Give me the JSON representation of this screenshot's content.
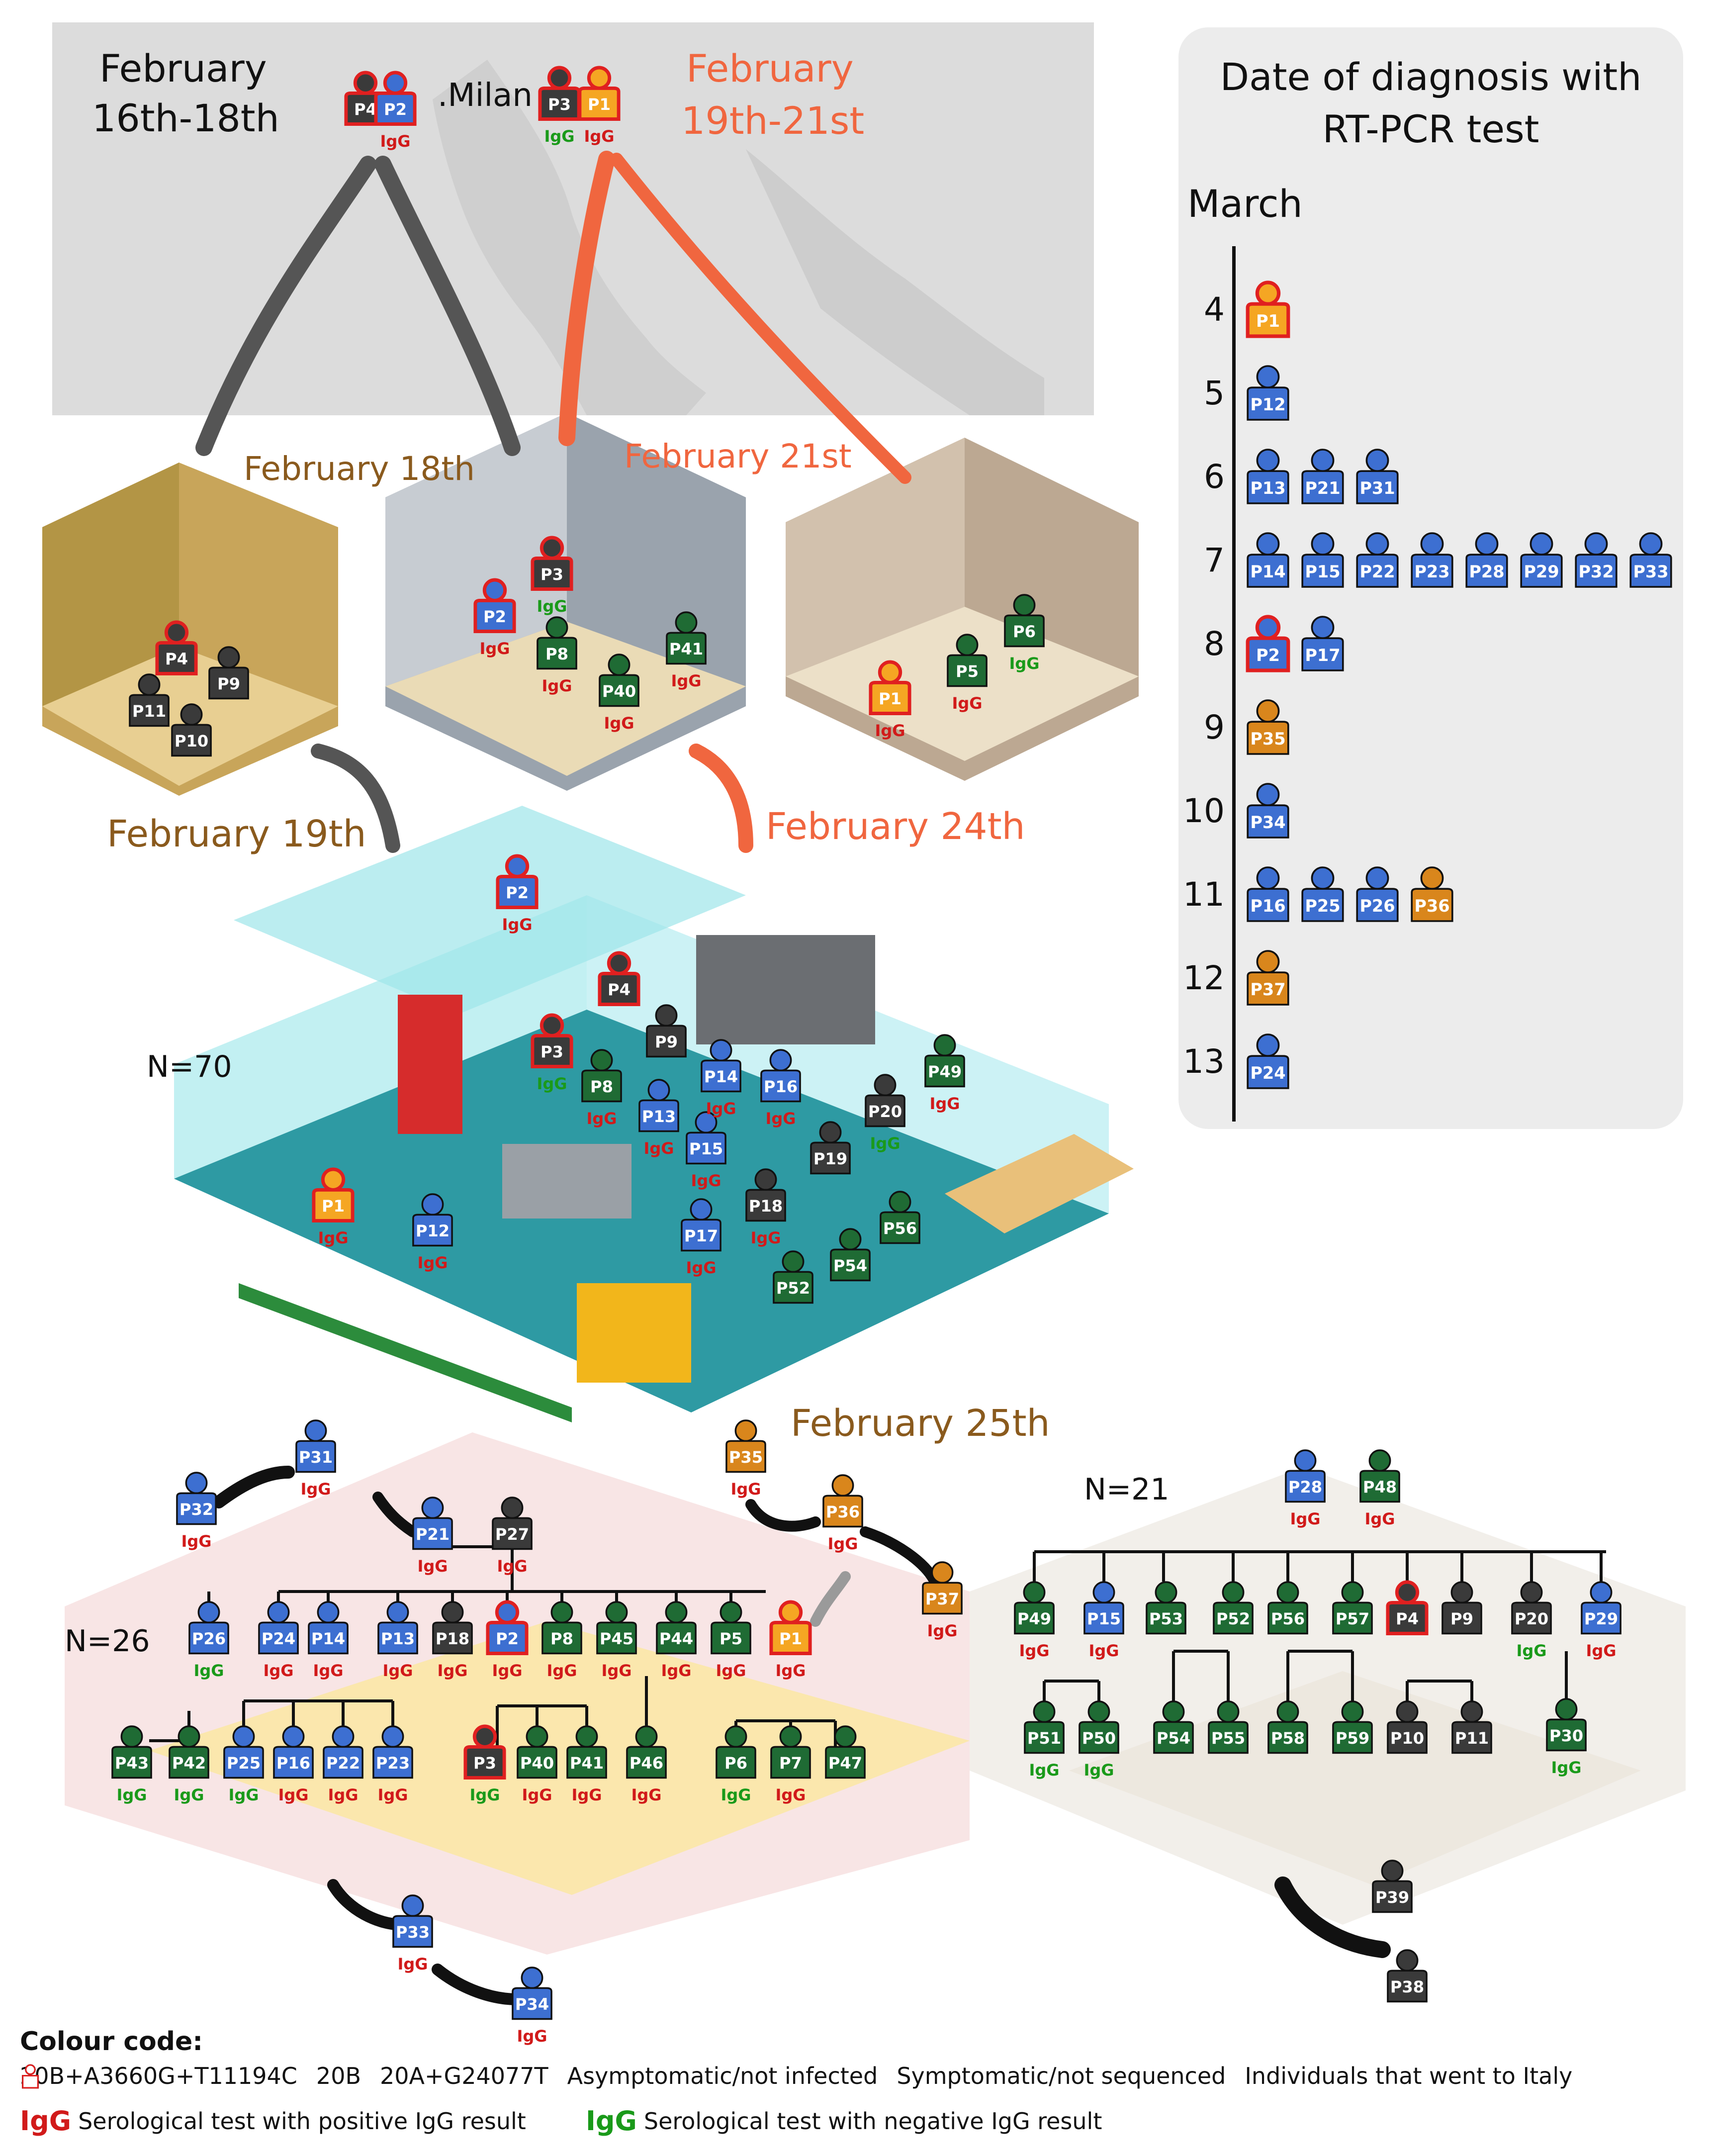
{
  "texts": {
    "feb_16_18_line1": "February",
    "feb_16_18_line2": "16th-18th",
    "feb_19_21_line1": "February",
    "feb_19_21_line2": "19th-21st",
    "milan": ".Milan",
    "feb_18th": "February 18th",
    "feb_21st": "February 21st",
    "feb_19th": "February 19th",
    "feb_24th": "February 24th",
    "feb_25th": "February 25th",
    "n70": "N=70",
    "n26": "N=26",
    "n21": "N=21"
  },
  "timeline": {
    "title_line1": "Date of diagnosis with",
    "title_line2": "RT-PCR test",
    "month": "March",
    "rows": [
      {
        "day": "4",
        "people": [
          {
            "id": "P1",
            "c": "yellow",
            "italy": true
          }
        ]
      },
      {
        "day": "5",
        "people": [
          {
            "id": "P12",
            "c": "blue"
          }
        ]
      },
      {
        "day": "6",
        "people": [
          {
            "id": "P13",
            "c": "blue"
          },
          {
            "id": "P21",
            "c": "blue"
          },
          {
            "id": "P31",
            "c": "blue"
          }
        ]
      },
      {
        "day": "7",
        "people": [
          {
            "id": "P14",
            "c": "blue"
          },
          {
            "id": "P15",
            "c": "blue"
          },
          {
            "id": "P22",
            "c": "blue"
          },
          {
            "id": "P23",
            "c": "blue"
          },
          {
            "id": "P28",
            "c": "blue"
          },
          {
            "id": "P29",
            "c": "blue"
          },
          {
            "id": "P32",
            "c": "blue"
          },
          {
            "id": "P33",
            "c": "blue"
          }
        ]
      },
      {
        "day": "8",
        "people": [
          {
            "id": "P2",
            "c": "blue",
            "italy": true
          },
          {
            "id": "P17",
            "c": "blue"
          }
        ]
      },
      {
        "day": "9",
        "people": [
          {
            "id": "P35",
            "c": "orange"
          }
        ]
      },
      {
        "day": "10",
        "people": [
          {
            "id": "P34",
            "c": "blue"
          }
        ]
      },
      {
        "day": "11",
        "people": [
          {
            "id": "P16",
            "c": "blue"
          },
          {
            "id": "P25",
            "c": "blue"
          },
          {
            "id": "P26",
            "c": "blue"
          },
          {
            "id": "P36",
            "c": "orange"
          }
        ]
      },
      {
        "day": "12",
        "people": [
          {
            "id": "P37",
            "c": "orange"
          }
        ]
      },
      {
        "day": "13",
        "people": [
          {
            "id": "P24",
            "c": "blue"
          }
        ]
      }
    ]
  },
  "people": {
    "italy": [
      {
        "id": "P4",
        "c": "black",
        "italy": true
      },
      {
        "id": "P2",
        "c": "blue",
        "italy": true,
        "igg": "pos"
      },
      {
        "id": "P3",
        "c": "black",
        "italy": true,
        "igg": "neg"
      },
      {
        "id": "P1",
        "c": "yellow",
        "italy": true,
        "igg": "pos"
      }
    ],
    "house1": [
      {
        "id": "P4",
        "c": "black",
        "italy": true
      },
      {
        "id": "P9",
        "c": "black"
      },
      {
        "id": "P11",
        "c": "black"
      },
      {
        "id": "P10",
        "c": "black"
      }
    ],
    "house2": [
      {
        "id": "P3",
        "c": "black",
        "italy": true,
        "igg": "neg"
      },
      {
        "id": "P2",
        "c": "blue",
        "italy": true,
        "igg": "pos"
      },
      {
        "id": "P8",
        "c": "green",
        "igg": "pos"
      },
      {
        "id": "P41",
        "c": "green",
        "igg": "pos"
      },
      {
        "id": "P40",
        "c": "green",
        "igg": "pos"
      }
    ],
    "house3": [
      {
        "id": "P6",
        "c": "green",
        "igg": "neg"
      },
      {
        "id": "P5",
        "c": "green",
        "igg": "pos"
      },
      {
        "id": "P1",
        "c": "yellow",
        "italy": true,
        "igg": "pos"
      }
    ],
    "factory": [
      {
        "id": "P2",
        "c": "blue",
        "italy": true,
        "igg": "pos"
      },
      {
        "id": "P4",
        "c": "black",
        "italy": true
      },
      {
        "id": "P3",
        "c": "black",
        "italy": true,
        "igg": "neg"
      },
      {
        "id": "P9",
        "c": "black"
      },
      {
        "id": "P8",
        "c": "green",
        "igg": "pos"
      },
      {
        "id": "P14",
        "c": "blue",
        "igg": "pos"
      },
      {
        "id": "P16",
        "c": "blue",
        "igg": "pos"
      },
      {
        "id": "P49",
        "c": "green",
        "igg": "pos"
      },
      {
        "id": "P13",
        "c": "blue",
        "igg": "pos"
      },
      {
        "id": "P20",
        "c": "black",
        "igg": "neg"
      },
      {
        "id": "P15",
        "c": "blue",
        "igg": "pos"
      },
      {
        "id": "P19",
        "c": "black"
      },
      {
        "id": "P1",
        "c": "yellow",
        "italy": true,
        "igg": "pos"
      },
      {
        "id": "P12",
        "c": "blue",
        "igg": "pos"
      },
      {
        "id": "P18",
        "c": "black",
        "igg": "pos"
      },
      {
        "id": "P17",
        "c": "blue",
        "igg": "pos"
      },
      {
        "id": "P56",
        "c": "green"
      },
      {
        "id": "P54",
        "c": "green"
      },
      {
        "id": "P52",
        "c": "green"
      }
    ],
    "tree1": [
      {
        "id": "P31",
        "c": "blue",
        "igg": "pos"
      },
      {
        "id": "P32",
        "c": "blue",
        "igg": "pos"
      },
      {
        "id": "P21",
        "c": "blue",
        "igg": "pos"
      },
      {
        "id": "P27",
        "c": "black",
        "igg": "pos"
      },
      {
        "id": "P26",
        "c": "blue",
        "igg": "neg"
      },
      {
        "id": "P24",
        "c": "blue",
        "igg": "pos"
      },
      {
        "id": "P14",
        "c": "blue",
        "igg": "pos"
      },
      {
        "id": "P13",
        "c": "blue",
        "igg": "pos"
      },
      {
        "id": "P18",
        "c": "black",
        "igg": "pos"
      },
      {
        "id": "P2",
        "c": "blue",
        "italy": true,
        "igg": "pos"
      },
      {
        "id": "P8",
        "c": "green",
        "igg": "pos"
      },
      {
        "id": "P45",
        "c": "green",
        "igg": "pos"
      },
      {
        "id": "P44",
        "c": "green",
        "igg": "pos"
      },
      {
        "id": "P5",
        "c": "green",
        "igg": "pos"
      },
      {
        "id": "P1",
        "c": "yellow",
        "italy": true,
        "igg": "pos"
      },
      {
        "id": "P43",
        "c": "green",
        "igg": "neg"
      },
      {
        "id": "P42",
        "c": "green",
        "igg": "neg"
      },
      {
        "id": "P25",
        "c": "blue",
        "igg": "neg"
      },
      {
        "id": "P16",
        "c": "blue",
        "igg": "pos"
      },
      {
        "id": "P22",
        "c": "blue",
        "igg": "pos"
      },
      {
        "id": "P23",
        "c": "blue",
        "igg": "pos"
      },
      {
        "id": "P3",
        "c": "black",
        "italy": true,
        "igg": "neg"
      },
      {
        "id": "P40",
        "c": "green",
        "igg": "pos"
      },
      {
        "id": "P41",
        "c": "green",
        "igg": "pos"
      },
      {
        "id": "P46",
        "c": "green",
        "igg": "pos"
      },
      {
        "id": "P6",
        "c": "green",
        "igg": "neg"
      },
      {
        "id": "P7",
        "c": "green",
        "igg": "pos"
      },
      {
        "id": "P47",
        "c": "green"
      },
      {
        "id": "P33",
        "c": "blue",
        "igg": "pos"
      },
      {
        "id": "P34",
        "c": "blue",
        "igg": "pos"
      }
    ],
    "chain": [
      {
        "id": "P35",
        "c": "orange",
        "igg": "pos"
      },
      {
        "id": "P36",
        "c": "orange",
        "igg": "pos"
      },
      {
        "id": "P37",
        "c": "orange",
        "igg": "pos"
      }
    ],
    "tree2": [
      {
        "id": "P28",
        "c": "blue",
        "igg": "pos"
      },
      {
        "id": "P48",
        "c": "green",
        "igg": "pos"
      },
      {
        "id": "P49",
        "c": "green",
        "igg": "pos"
      },
      {
        "id": "P15",
        "c": "blue",
        "igg": "pos"
      },
      {
        "id": "P53",
        "c": "green"
      },
      {
        "id": "P52",
        "c": "green"
      },
      {
        "id": "P56",
        "c": "green"
      },
      {
        "id": "P57",
        "c": "green"
      },
      {
        "id": "P4",
        "c": "black",
        "italy": true
      },
      {
        "id": "P9",
        "c": "black"
      },
      {
        "id": "P20",
        "c": "black",
        "igg": "neg"
      },
      {
        "id": "P29",
        "c": "blue",
        "igg": "pos"
      },
      {
        "id": "P51",
        "c": "green",
        "igg": "neg"
      },
      {
        "id": "P50",
        "c": "green",
        "igg": "neg"
      },
      {
        "id": "P54",
        "c": "green"
      },
      {
        "id": "P55",
        "c": "green"
      },
      {
        "id": "P58",
        "c": "green"
      },
      {
        "id": "P59",
        "c": "green"
      },
      {
        "id": "P10",
        "c": "black"
      },
      {
        "id": "P11",
        "c": "black"
      },
      {
        "id": "P30",
        "c": "green",
        "igg": "neg"
      },
      {
        "id": "P39",
        "c": "black"
      },
      {
        "id": "P38",
        "c": "black"
      }
    ]
  },
  "igg_text": "IgG",
  "legend": {
    "title": "Colour code:",
    "items": [
      {
        "label": "20B+A3660G+T11194C",
        "c": "yellow"
      },
      {
        "label": "20B",
        "c": "orange"
      },
      {
        "label": "20A+G24077T",
        "c": "blue"
      },
      {
        "label": "Asymptomatic/not infected",
        "c": "green"
      },
      {
        "label": "Symptomatic/not sequenced",
        "c": "black"
      },
      {
        "label": "Individuals that went to Italy",
        "c": "italy"
      }
    ],
    "igg_pos_label": "IgG",
    "igg_pos_text": "Serological test with positive IgG result",
    "igg_neg_label": "IgG",
    "igg_neg_text": "Serological test with negative IgG result"
  },
  "colors": {
    "yellow": "#f5a623",
    "orange": "#d9861c",
    "blue": "#3d6fd1",
    "green": "#1f6b34",
    "black": "#3a3a3a",
    "italy_outline": "#e02020",
    "arrow_grey": "#555555",
    "arrow_orange": "#f0663f",
    "igg_pos": "#d11a1a",
    "igg_neg": "#1a9a1a"
  }
}
